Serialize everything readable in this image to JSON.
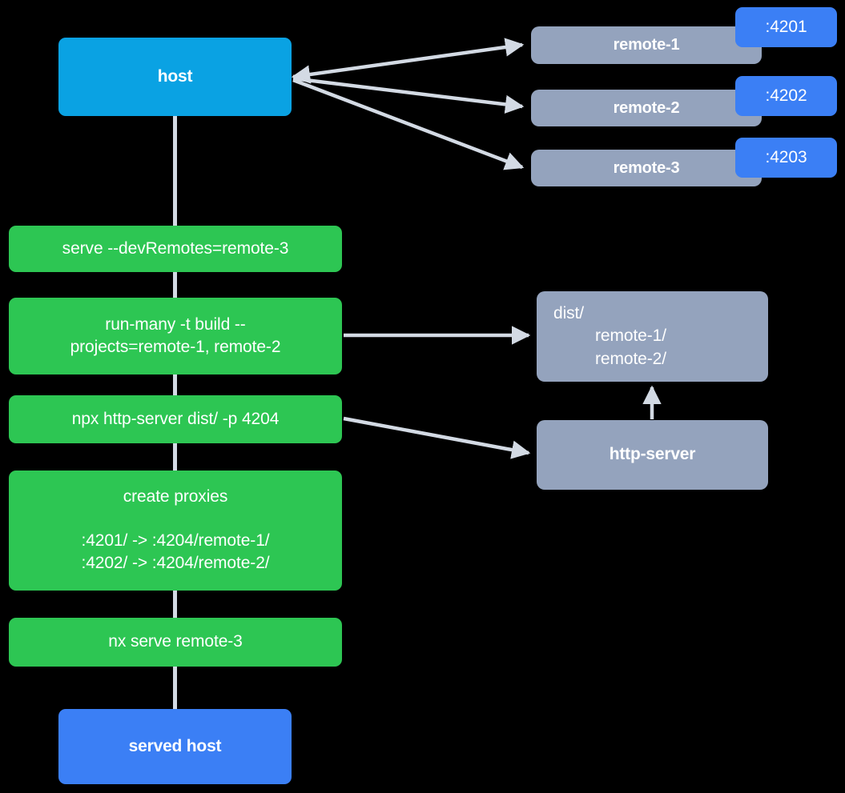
{
  "diagram": {
    "title": "nx module federation host and remotes serve flow",
    "background_color": "#000000",
    "edge_color": "#d3dae4",
    "colors": {
      "host": "#0aa2e3",
      "served_host": "#3b7ff5",
      "remote": "#94a3bd",
      "command": "#2dc653",
      "port_badge": "#3b7ff5",
      "text": "#ffffff"
    }
  },
  "nodes": {
    "host": {
      "label": "host"
    },
    "served_host": {
      "label": "served host"
    },
    "remotes": [
      {
        "label": "remote-1",
        "port": ":4201"
      },
      {
        "label": "remote-2",
        "port": ":4202"
      },
      {
        "label": "remote-3",
        "port": ":4203"
      }
    ],
    "commands": [
      {
        "label": "serve --devRemotes=remote-3"
      },
      {
        "label": "run-many -t build --\nprojects=remote-1, remote-2"
      },
      {
        "label": "npx http-server dist/ -p 4204"
      },
      {
        "title": "create proxies",
        "line1": ":4201/ -> :4204/remote-1/",
        "line2": ":4202/ -> :4204/remote-2/"
      },
      {
        "label": "nx serve remote-3"
      }
    ],
    "dist": {
      "line1": "dist/",
      "line2": "remote-1/",
      "line3": "remote-2/"
    },
    "http_server": {
      "label": "http-server"
    }
  }
}
